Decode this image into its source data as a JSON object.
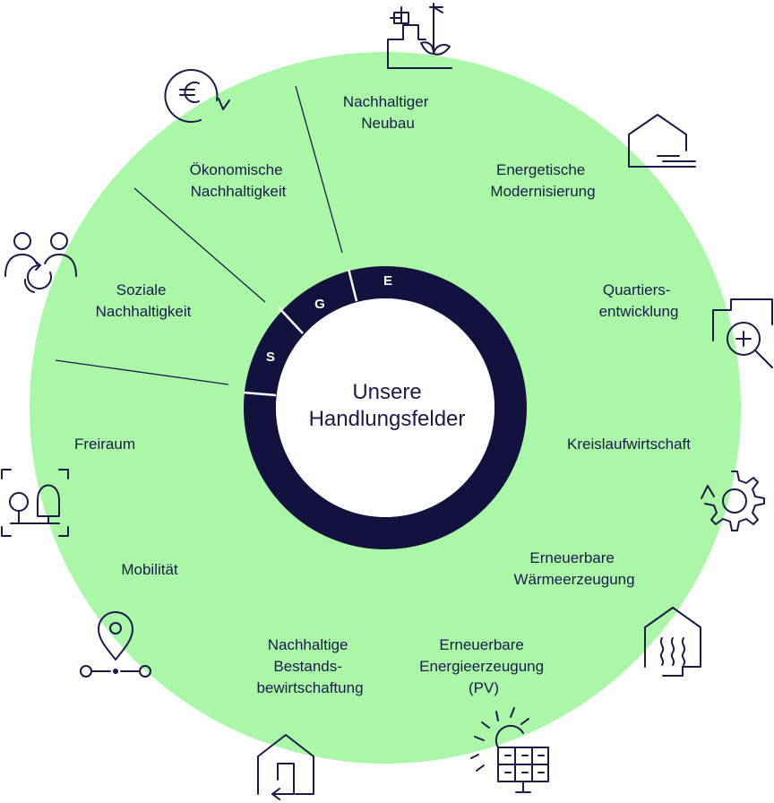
{
  "center": {
    "line1": "Unsere",
    "line2": "Handlungsfelder"
  },
  "ring_segments": {
    "s": "S",
    "g": "G",
    "e": "E"
  },
  "fields": {
    "nachhaltiger_neubau": [
      "Nachhaltiger",
      "Neubau"
    ],
    "energetische_modernisierung": [
      "Energetische",
      "Modernisierung"
    ],
    "quartiersentwicklung": [
      "Quartiers-",
      "entwicklung"
    ],
    "kreislaufwirtschaft": [
      "Kreislaufwirtschaft"
    ],
    "erneuerbare_waerme": [
      "Erneuerbare",
      "Wärmeerzeugung"
    ],
    "erneuerbare_energie": [
      "Erneuerbare",
      "Energieerzeugung",
      "(PV)"
    ],
    "bestandsbewirtschaftung": [
      "Nachhaltige",
      "Bestands-",
      "bewirtschaftung"
    ],
    "mobilitaet": [
      "Mobilität"
    ],
    "freiraum": [
      "Freiraum"
    ],
    "soziale": [
      "Soziale",
      "Nachhaltigkeit"
    ],
    "oekonomische": [
      "Ökonomische",
      "Nachhaltigkeit"
    ]
  },
  "colors": {
    "circle": "#aaf8a7",
    "ring": "#13123f",
    "text": "#1a1a4b",
    "icon": "#1a1a4b"
  }
}
